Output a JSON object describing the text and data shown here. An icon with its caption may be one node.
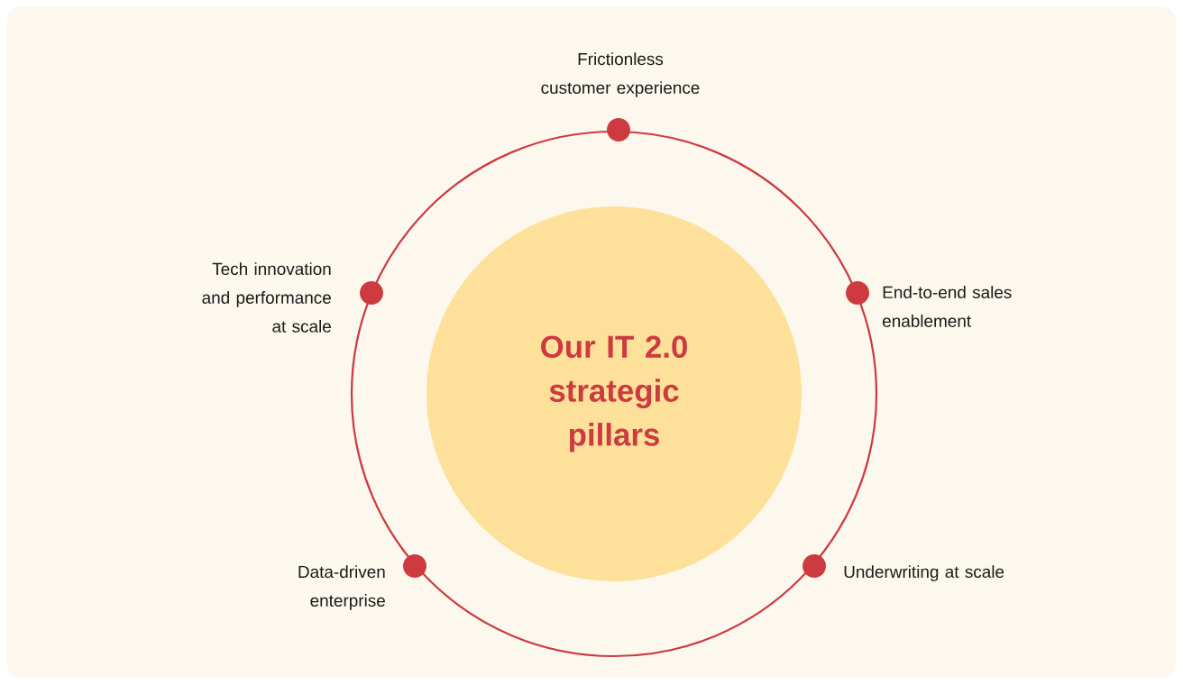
{
  "diagram": {
    "nodes": [
      {
        "text": [
          "Our IT 2.0 strategic pillars"
        ]
      },
      {
        "text": [],
        "shape": "circle",
        "beside": [
          "Frictionless customer experience"
        ]
      },
      {
        "text": [],
        "shape": "circle",
        "beside": [
          "End-to-end sales enablement"
        ]
      },
      {
        "text": [],
        "shape": "circle",
        "beside": [
          "Underwriting at scale"
        ]
      },
      {
        "text": [],
        "shape": "circle",
        "beside": [
          "Data-driven enterprise"
        ]
      },
      {
        "text": [],
        "shape": "circle",
        "beside": [
          "Tech innovation and performance at scale"
        ]
      }
    ]
  }
}
